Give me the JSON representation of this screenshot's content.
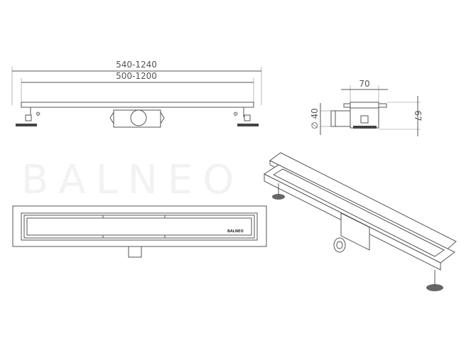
{
  "watermark": "BALNEO",
  "front_view": {
    "overall_length": "540-1240",
    "channel_length": "500-1200"
  },
  "side_view": {
    "width": "70",
    "outlet_diameter": "∅ 40",
    "height": "67"
  },
  "plan_view": {
    "brand_label": "BALNEO"
  },
  "colors": {
    "line": "#555555",
    "background": "#ffffff"
  }
}
